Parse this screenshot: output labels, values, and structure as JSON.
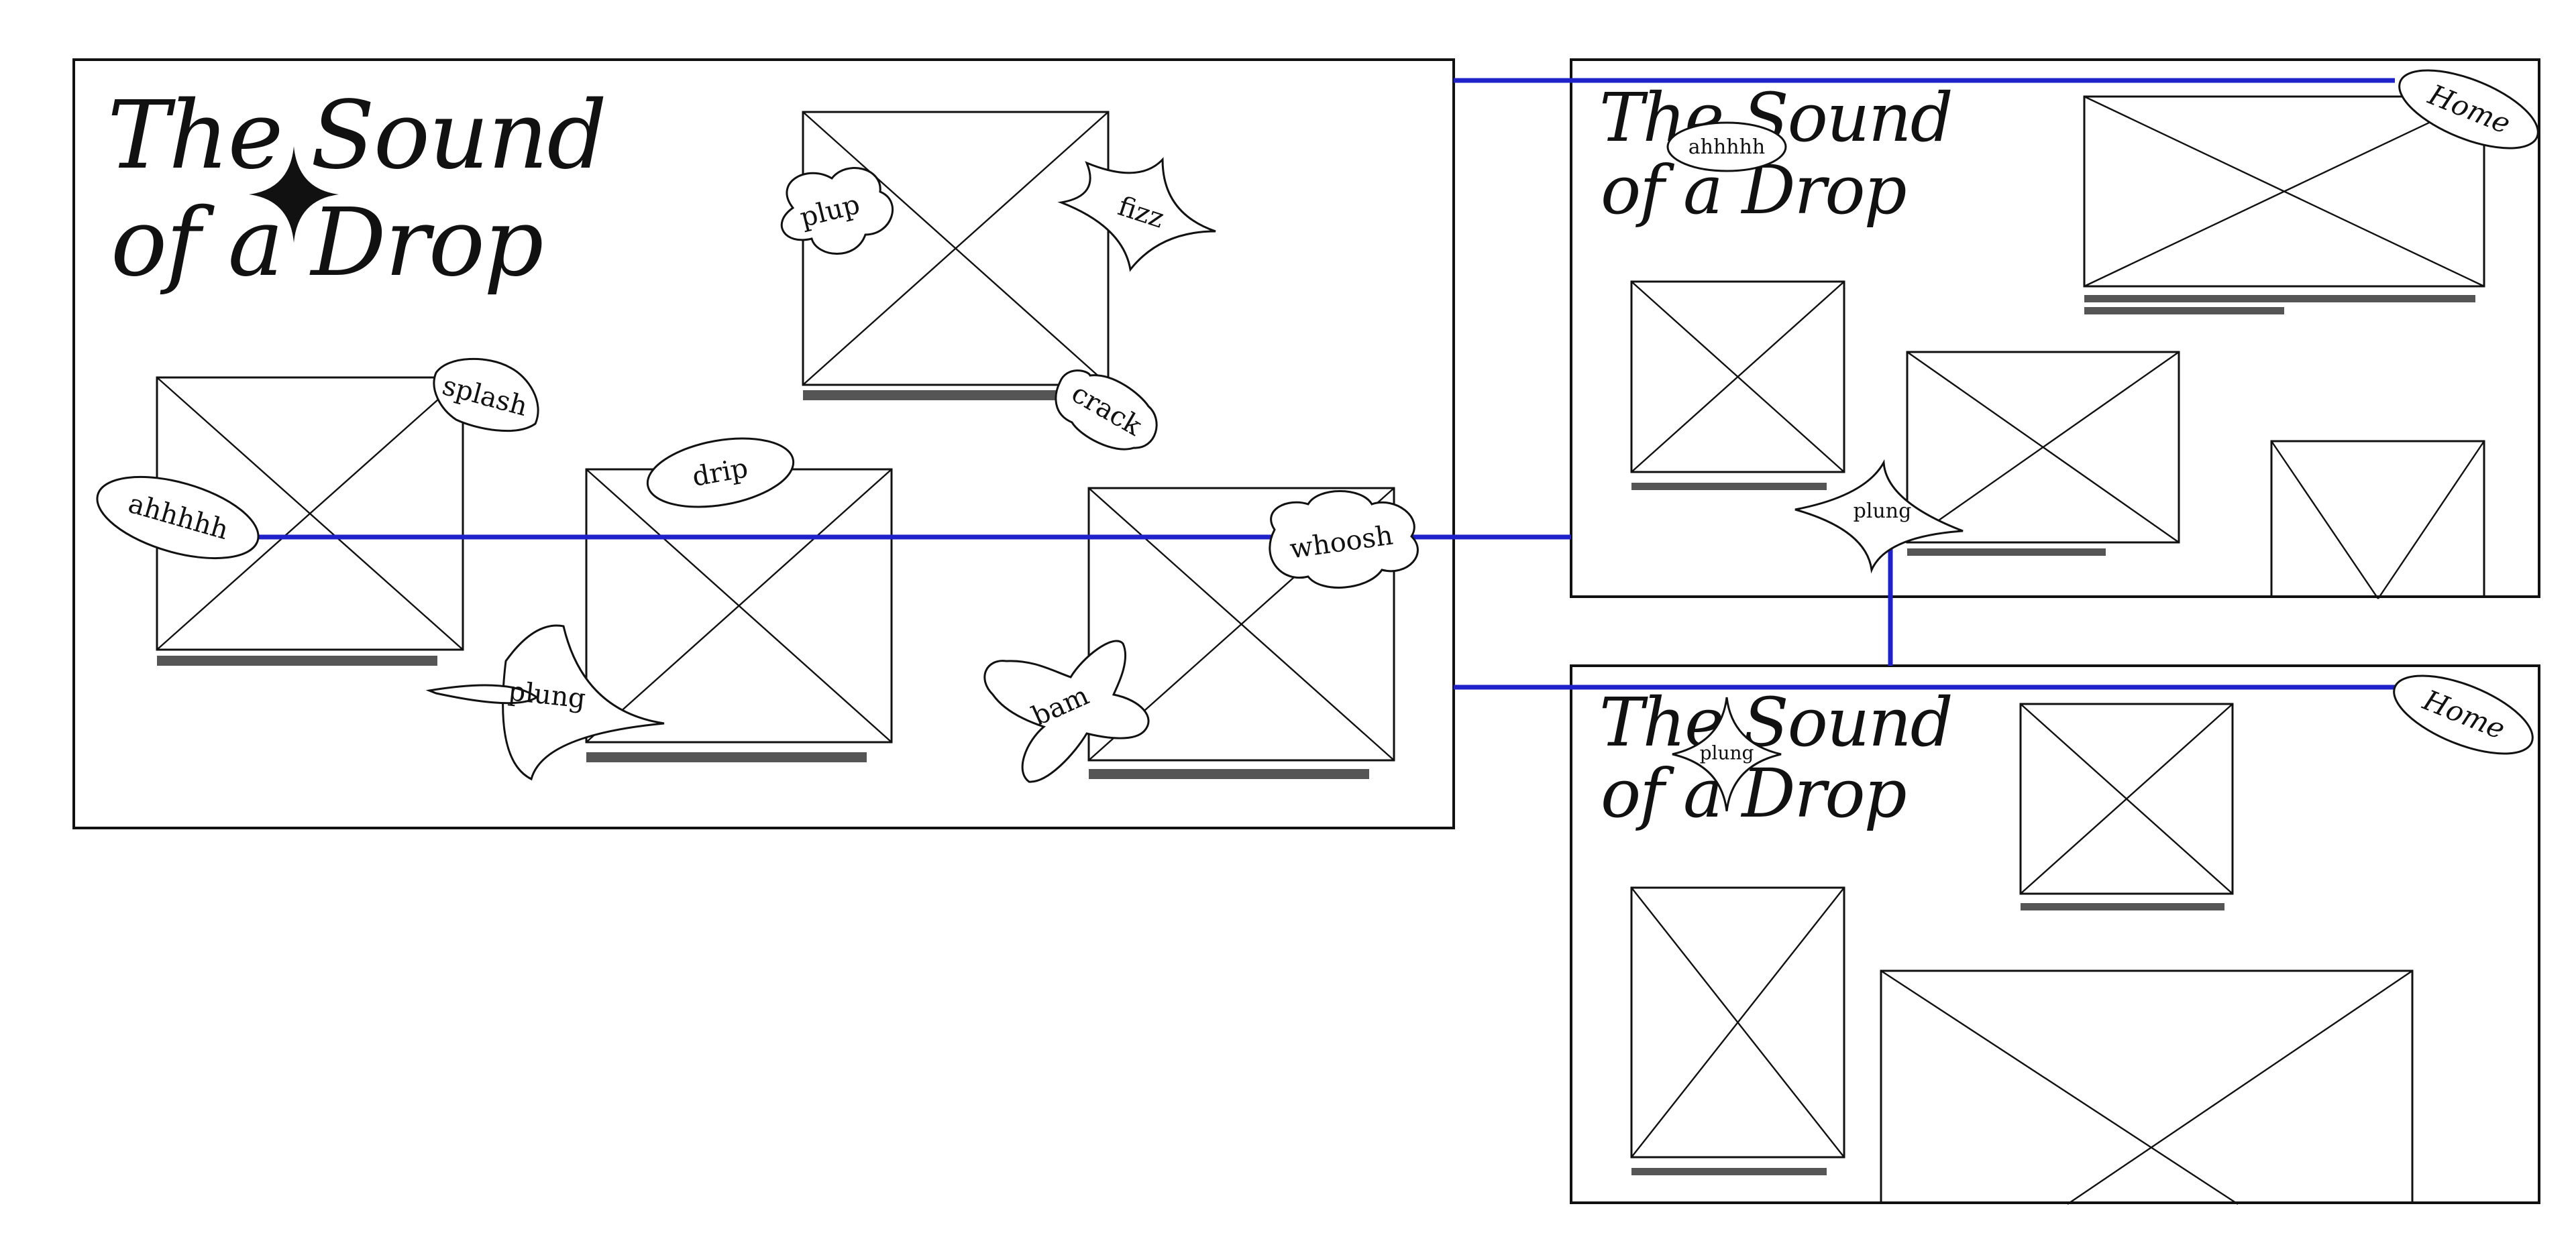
{
  "pages": {
    "main": {
      "title_line1": "The Sound",
      "title_line2": "of a Drop",
      "sounds": {
        "plup": "plup",
        "fizz": "fizz",
        "crack": "crack",
        "splash": "splash",
        "ahhhhh": "ahhhhh",
        "drip": "drip",
        "plung": "plung",
        "whoosh": "whoosh",
        "bam": "bam"
      }
    },
    "detail_top": {
      "title_line1": "The Sound",
      "title_line2": "of a Drop",
      "title_overlay": "ahhhhh",
      "home": "Home",
      "sound_plung": "plung"
    },
    "detail_bottom": {
      "title_line1": "The Sound",
      "title_line2": "of a Drop",
      "title_overlay": "plung",
      "home": "Home"
    }
  },
  "colors": {
    "link_line": "#1f22c9",
    "caption_bar": "#555555",
    "stroke": "#111111"
  },
  "icons": [
    "image-placeholder-icon",
    "sparkle-icon",
    "star-burst-icon",
    "cloud-bubble-icon",
    "oval-bubble-icon"
  ]
}
